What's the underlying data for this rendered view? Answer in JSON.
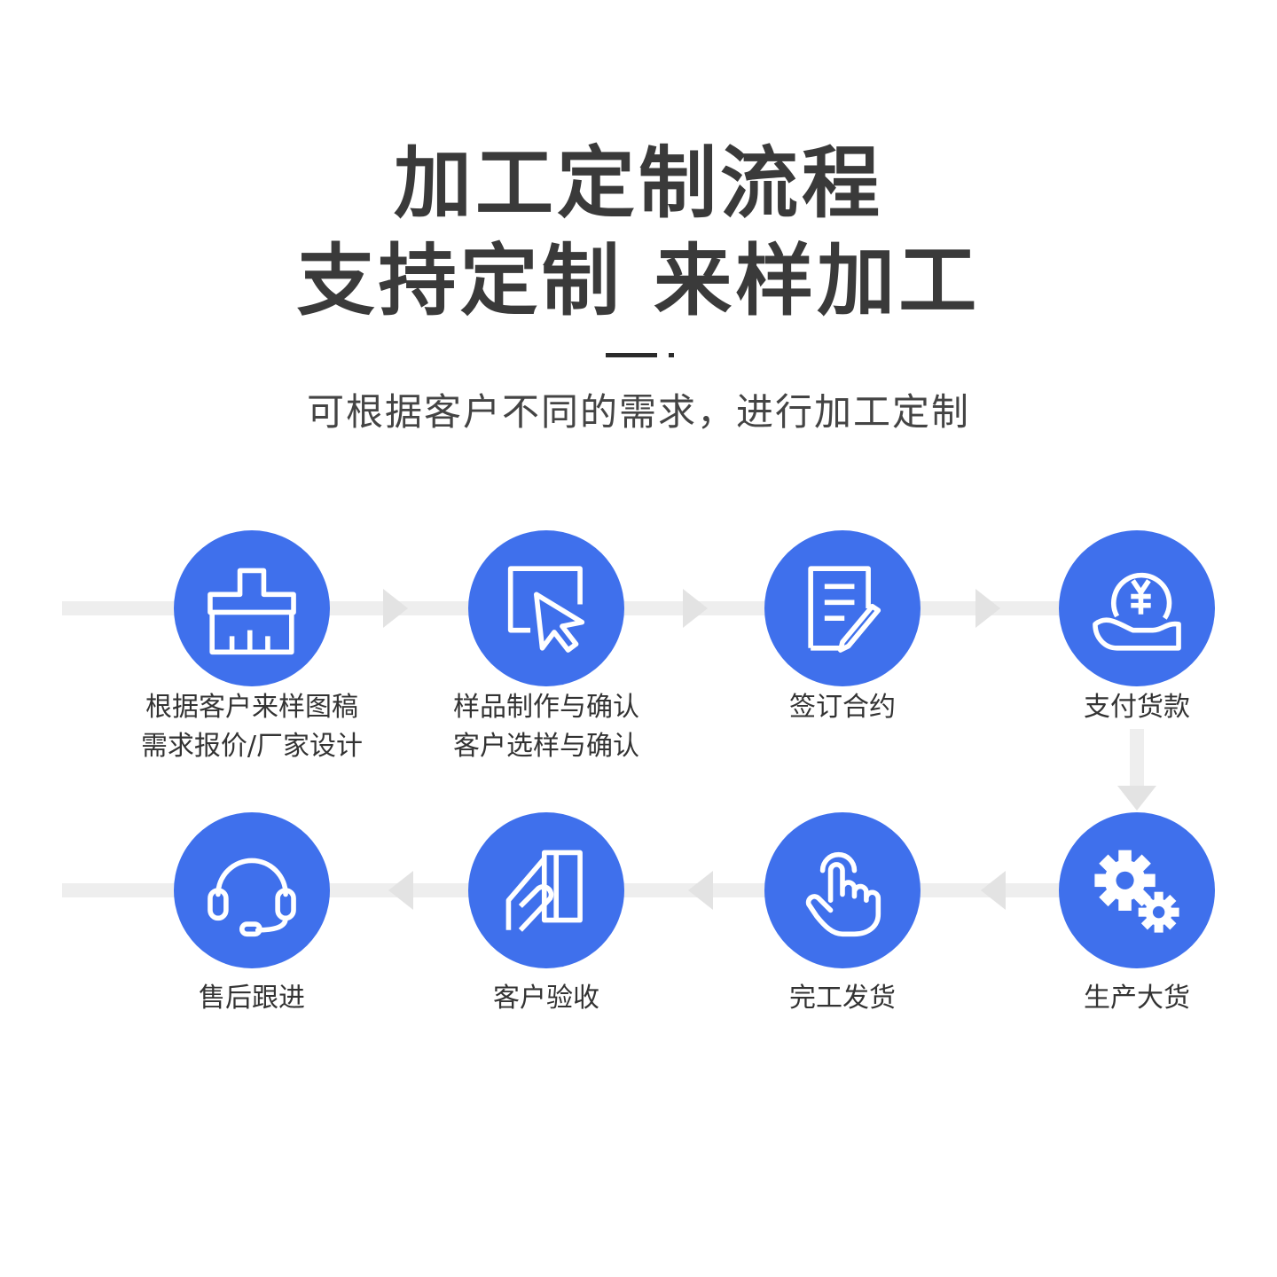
{
  "header": {
    "title_line1": "加工定制流程",
    "title_line2": "支持定制 来样加工",
    "subtitle": "可根据客户不同的需求，进行加工定制"
  },
  "steps": [
    {
      "icon": "brush-icon",
      "lines": [
        "根据客户来样图稿",
        "需求报价/厂家设计"
      ]
    },
    {
      "icon": "touch-screen-icon",
      "lines": [
        "样品制作与确认",
        "客户选样与确认"
      ]
    },
    {
      "icon": "contract-icon",
      "lines": [
        "签订合约"
      ]
    },
    {
      "icon": "payment-icon",
      "lines": [
        "支付货款"
      ]
    },
    {
      "icon": "gears-icon",
      "lines": [
        "生产大货"
      ]
    },
    {
      "icon": "tap-hand-icon",
      "lines": [
        "完工发货"
      ]
    },
    {
      "icon": "card-in-hand-icon",
      "lines": [
        "客户验收"
      ]
    },
    {
      "icon": "headset-icon",
      "lines": [
        "售后跟进"
      ]
    }
  ],
  "colors": {
    "accent": "#3f70ec",
    "connector": "#eeeeee",
    "text": "#333333"
  }
}
